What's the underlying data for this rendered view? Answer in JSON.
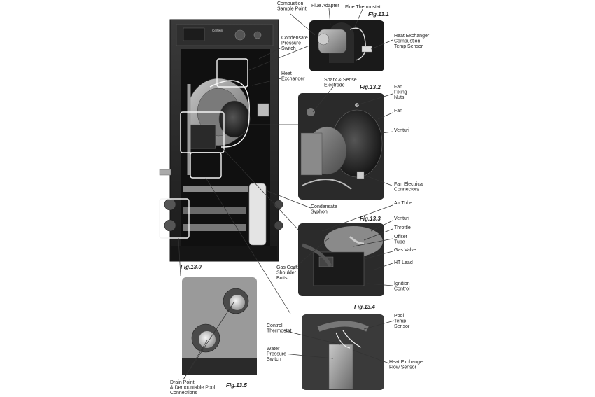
{
  "figures": {
    "f0": "Fig.13.0",
    "f1": "Fig.13.1",
    "f2": "Fig.13.2",
    "f3": "Fig.13.3",
    "f4": "Fig.13.4",
    "f5": "Fig.13.5"
  },
  "brand": "Certikin",
  "callouts": {
    "combustion_sample_point": [
      "Combustion",
      "Sample Point"
    ],
    "flue_adapter": [
      "Flue Adapter"
    ],
    "flue_thermostat": [
      "Flue Thermostat"
    ],
    "hx_combustion_temp_sensor": [
      "Heat Exchanger",
      "Combustion",
      "Temp Sensor"
    ],
    "condensate_pressure_switch": [
      "Condensate",
      "Pressure",
      "Switch"
    ],
    "heat_exchanger": [
      "Heat",
      "Exchanger"
    ],
    "spark_sense_electrode": [
      "Spark & Sense",
      "Electrode"
    ],
    "fan_fixing_nuts": [
      "Fan",
      "Fixing",
      "Nuts"
    ],
    "fan": [
      "Fan"
    ],
    "venturi_1": [
      "Venturi"
    ],
    "fan_electrical_connectors": [
      "Fan Electrical",
      "Connectors"
    ],
    "condensate_syphon": [
      "Condensate",
      "Syphon"
    ],
    "air_tube": [
      "Air Tube"
    ],
    "venturi_2": [
      "Venturi"
    ],
    "throttle": [
      "Throttle"
    ],
    "offset_tube": [
      "Offset",
      "Tube"
    ],
    "gas_valve": [
      "Gas Valve"
    ],
    "ht_lead": [
      "HT Lead"
    ],
    "ignition_control": [
      "Ignition",
      "Control"
    ],
    "gas_cock_shoulder_bolts": [
      "Gas Cock",
      "Shoulder",
      "Bolts"
    ],
    "pool_temp_sensor": [
      "Pool",
      "Temp",
      "Sensor"
    ],
    "control_thermostat": [
      "Control",
      "Thermostat"
    ],
    "water_pressure_switch": [
      "Water",
      "Pressure",
      "Switch"
    ],
    "hx_flow_sensor": [
      "Heat Exchanger",
      "Flow Sensor"
    ],
    "drain_point": [
      "Drain Point",
      "& Demountable Pool",
      "Connections"
    ]
  }
}
